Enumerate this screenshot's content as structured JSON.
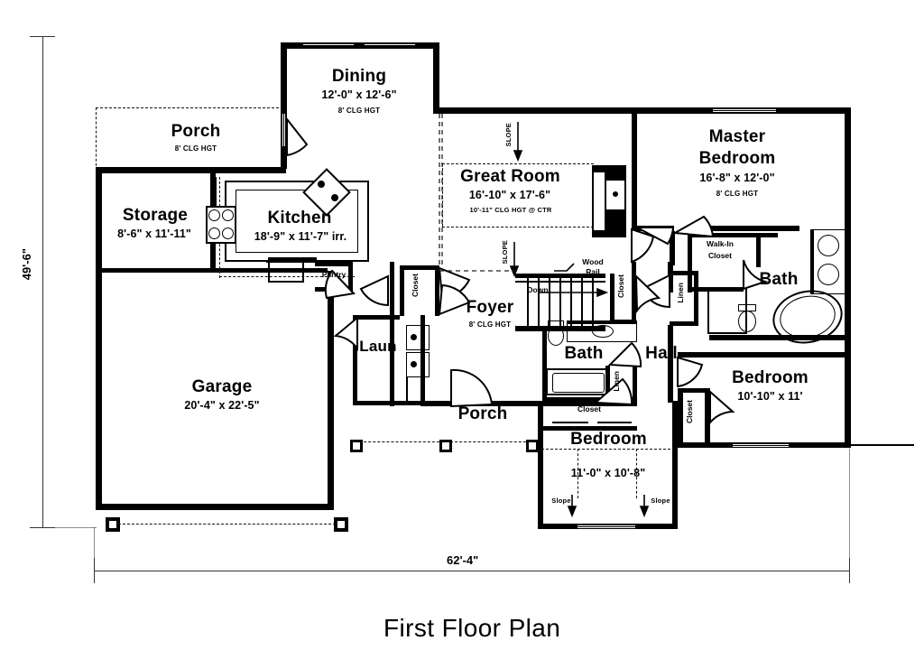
{
  "document": {
    "title": "First Floor Plan",
    "type": "architectural-floor-plan"
  },
  "dimensions": {
    "overall_width": "62'-4\"",
    "overall_height": "49'-6\""
  },
  "rooms": [
    {
      "name": "Dining",
      "size": "12'-0\" x 12'-6\"",
      "clg": "8' CLG HGT"
    },
    {
      "name": "Porch",
      "size": "",
      "clg": "8' CLG HGT"
    },
    {
      "name": "Great Room",
      "size": "16'-10\" x 17'-6\"",
      "clg": "10'-11\" CLG HGT @ CTR"
    },
    {
      "name": "Master\nBedroom",
      "size": "16'-8\" x 12'-0\"",
      "clg": "8' CLG HGT"
    },
    {
      "name": "Storage",
      "size": "8'-6\" x 11'-11\"",
      "clg": ""
    },
    {
      "name": "Kitchen",
      "size": "18'-9\" x 11'-7\" irr.",
      "clg": ""
    },
    {
      "name": "Garage",
      "size": "20'-4\" x 22'-5\"",
      "clg": ""
    },
    {
      "name": "Foyer",
      "size": "",
      "clg": "8' CLG HGT"
    },
    {
      "name": "Laun",
      "size": "",
      "clg": ""
    },
    {
      "name": "Bath",
      "size": "",
      "clg": ""
    },
    {
      "name": "Hall",
      "size": "",
      "clg": ""
    },
    {
      "name": "Bedroom",
      "size": "10'-10\" x 11'",
      "clg": ""
    },
    {
      "name": "Bedroom",
      "size": "11'-0\" x 10'-8\"",
      "clg": ""
    },
    {
      "name": "Porch",
      "size": "",
      "clg": ""
    }
  ],
  "labels": {
    "dining": {
      "name": "Dining",
      "size": "12'-0\" x 12'-6\"",
      "clg": "8' CLG HGT"
    },
    "porch_top": {
      "name": "Porch",
      "clg": "8' CLG HGT"
    },
    "great_room": {
      "name": "Great Room",
      "size": "16'-10\" x 17'-6\"",
      "clg": "10'-11\" CLG HGT @ CTR"
    },
    "master_l1": {
      "name": "Master"
    },
    "master_l2": {
      "name": "Bedroom",
      "size": "16'-8\" x 12'-0\"",
      "clg": "8' CLG HGT"
    },
    "storage": {
      "name": "Storage",
      "size": "8'-6\" x 11'-11\""
    },
    "kitchen": {
      "name": "Kitchen",
      "size": "18'-9\" x 11'-7\" irr."
    },
    "garage": {
      "name": "Garage",
      "size": "20'-4\" x 22'-5\""
    },
    "foyer": {
      "name": "Foyer",
      "clg": "8' CLG HGT"
    },
    "laun": {
      "name": "Laun"
    },
    "bath_main": {
      "name": "Bath"
    },
    "hall": {
      "name": "Hall"
    },
    "bath_master": {
      "name": "Bath"
    },
    "bedroom_right": {
      "name": "Bedroom",
      "size": "10'-10\" x 11'"
    },
    "bedroom_bottom": {
      "name": "Bedroom",
      "size": "11'-0\" x 10'-8\""
    },
    "porch_bottom": {
      "name": "Porch"
    },
    "pantry": {
      "name": "Pantry"
    },
    "closet_foyer": {
      "name": "Closet"
    },
    "closet_stair": {
      "name": "Closet"
    },
    "closet_bath": {
      "name": "Closet"
    },
    "closet_bed": {
      "name": "Closet"
    },
    "closet_bedroom_right": {
      "name": "Closet"
    },
    "linen_hall": {
      "name": "Linen"
    },
    "linen_master": {
      "name": "Linen"
    },
    "walkin": {
      "name": "Walk-In\nCloset"
    },
    "walkin_l1": {
      "name": "Walk-In"
    },
    "walkin_l2": {
      "name": "Closet"
    },
    "wood_rail_l1": {
      "name": "Wood"
    },
    "wood_rail_l2": {
      "name": "Rail"
    },
    "down": {
      "name": "Down"
    },
    "slope_1": {
      "name": "SLOPE"
    },
    "slope_2": {
      "name": "SLOPE"
    },
    "slope_3": {
      "name": "Slope"
    },
    "slope_4": {
      "name": "Slope"
    }
  },
  "colors": {
    "wall": "#000000",
    "background": "#ffffff",
    "dimension_line": "#333333"
  }
}
